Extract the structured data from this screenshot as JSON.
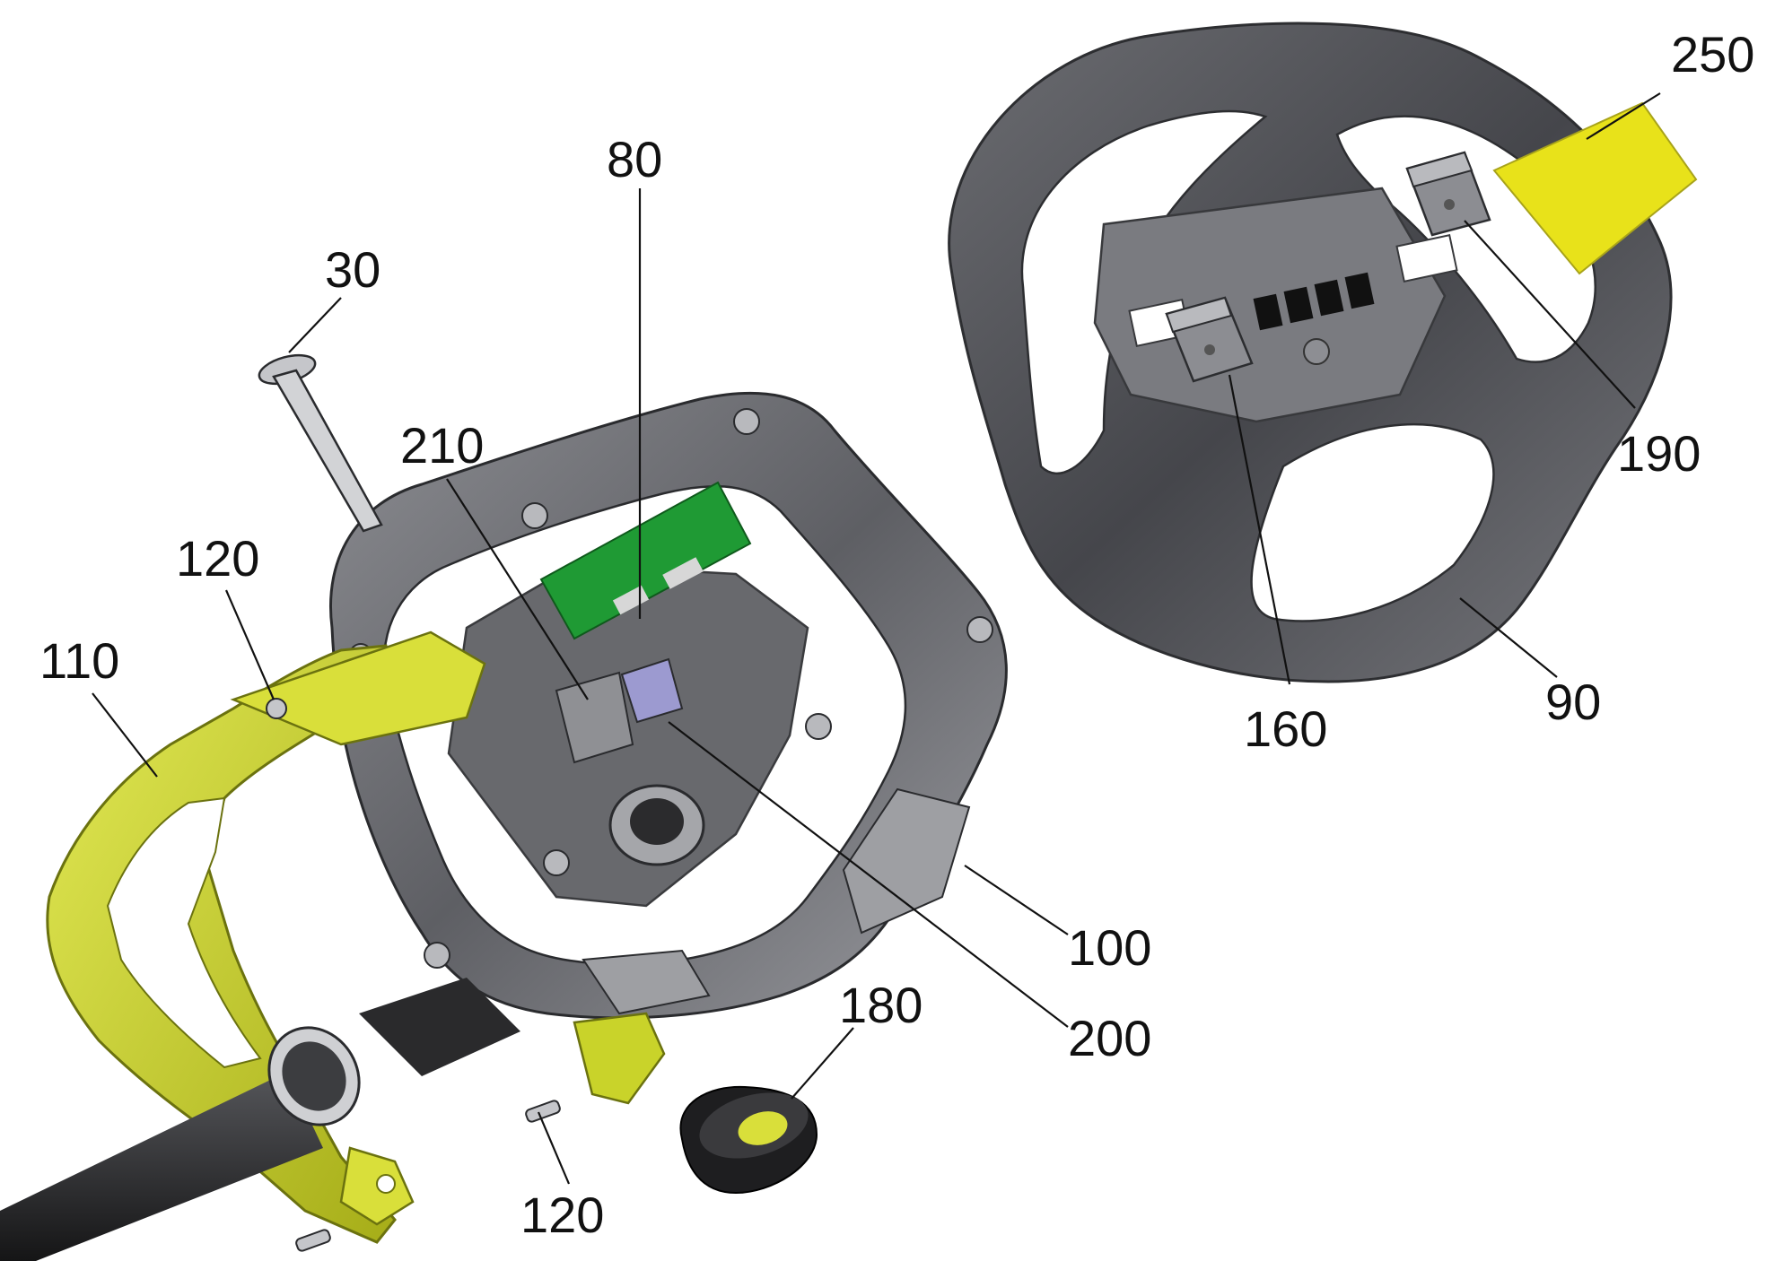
{
  "labels": {
    "l250": "250",
    "l80": "80",
    "l30": "30",
    "l210": "210",
    "l120_top": "120",
    "l110": "110",
    "l190": "190",
    "l160": "160",
    "l90": "90",
    "l100": "100",
    "l180": "180",
    "l200": "200",
    "l120_bottom": "120"
  },
  "colors": {
    "frame_gray": "#6d6e73",
    "frame_light": "#a9aaae",
    "wheel_dark": "#4f5055",
    "lime_handle": "#c9d32a",
    "lime_dark": "#8e9612",
    "pcb_green": "#1f9a34",
    "label_yellow": "#e8e21a",
    "knob_black": "#1e1e20",
    "tube_black": "#2a2a2c"
  }
}
